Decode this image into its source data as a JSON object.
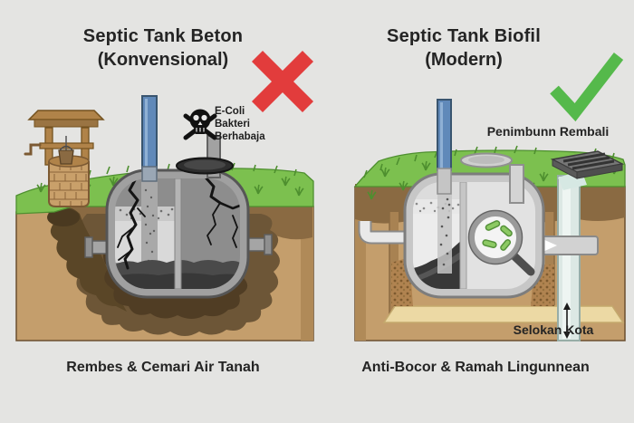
{
  "colors": {
    "background": "#e4e4e2",
    "cross_red": "#e23c3c",
    "check_green": "#55b94b",
    "grass_green": "#7cc04f",
    "soil_brown": "#c49e6c",
    "contamination_dark": "#5a4627",
    "concrete_tank_gray": "#a0a0a0",
    "biofil_tank_gray": "#c7c7c7",
    "pipe_blue": "#6089b9",
    "bacteria_green": "#8cc963",
    "sand_layer": "#ecd9a4"
  },
  "icons": {
    "left_verdict": "x-mark",
    "right_verdict": "check-mark",
    "hazard": "skull-crossbones",
    "inspection": "magnifying-glass"
  },
  "left_panel": {
    "title": "Septic Tank Beton",
    "subtitle": "(Konvensional)",
    "warning_line1": "E-Coli",
    "warning_line2": "Bakteri",
    "warning_line3": "Berhabaja",
    "caption": "Rembes & Cemari Air Tanah"
  },
  "right_panel": {
    "title": "Septic Tank Biofil",
    "subtitle": "(Modern)",
    "label_backfill": "Penimbunn Rembali",
    "label_drain": "Selokan Kota",
    "caption": "Anti-Bocor & Ramah Lingunnean"
  }
}
